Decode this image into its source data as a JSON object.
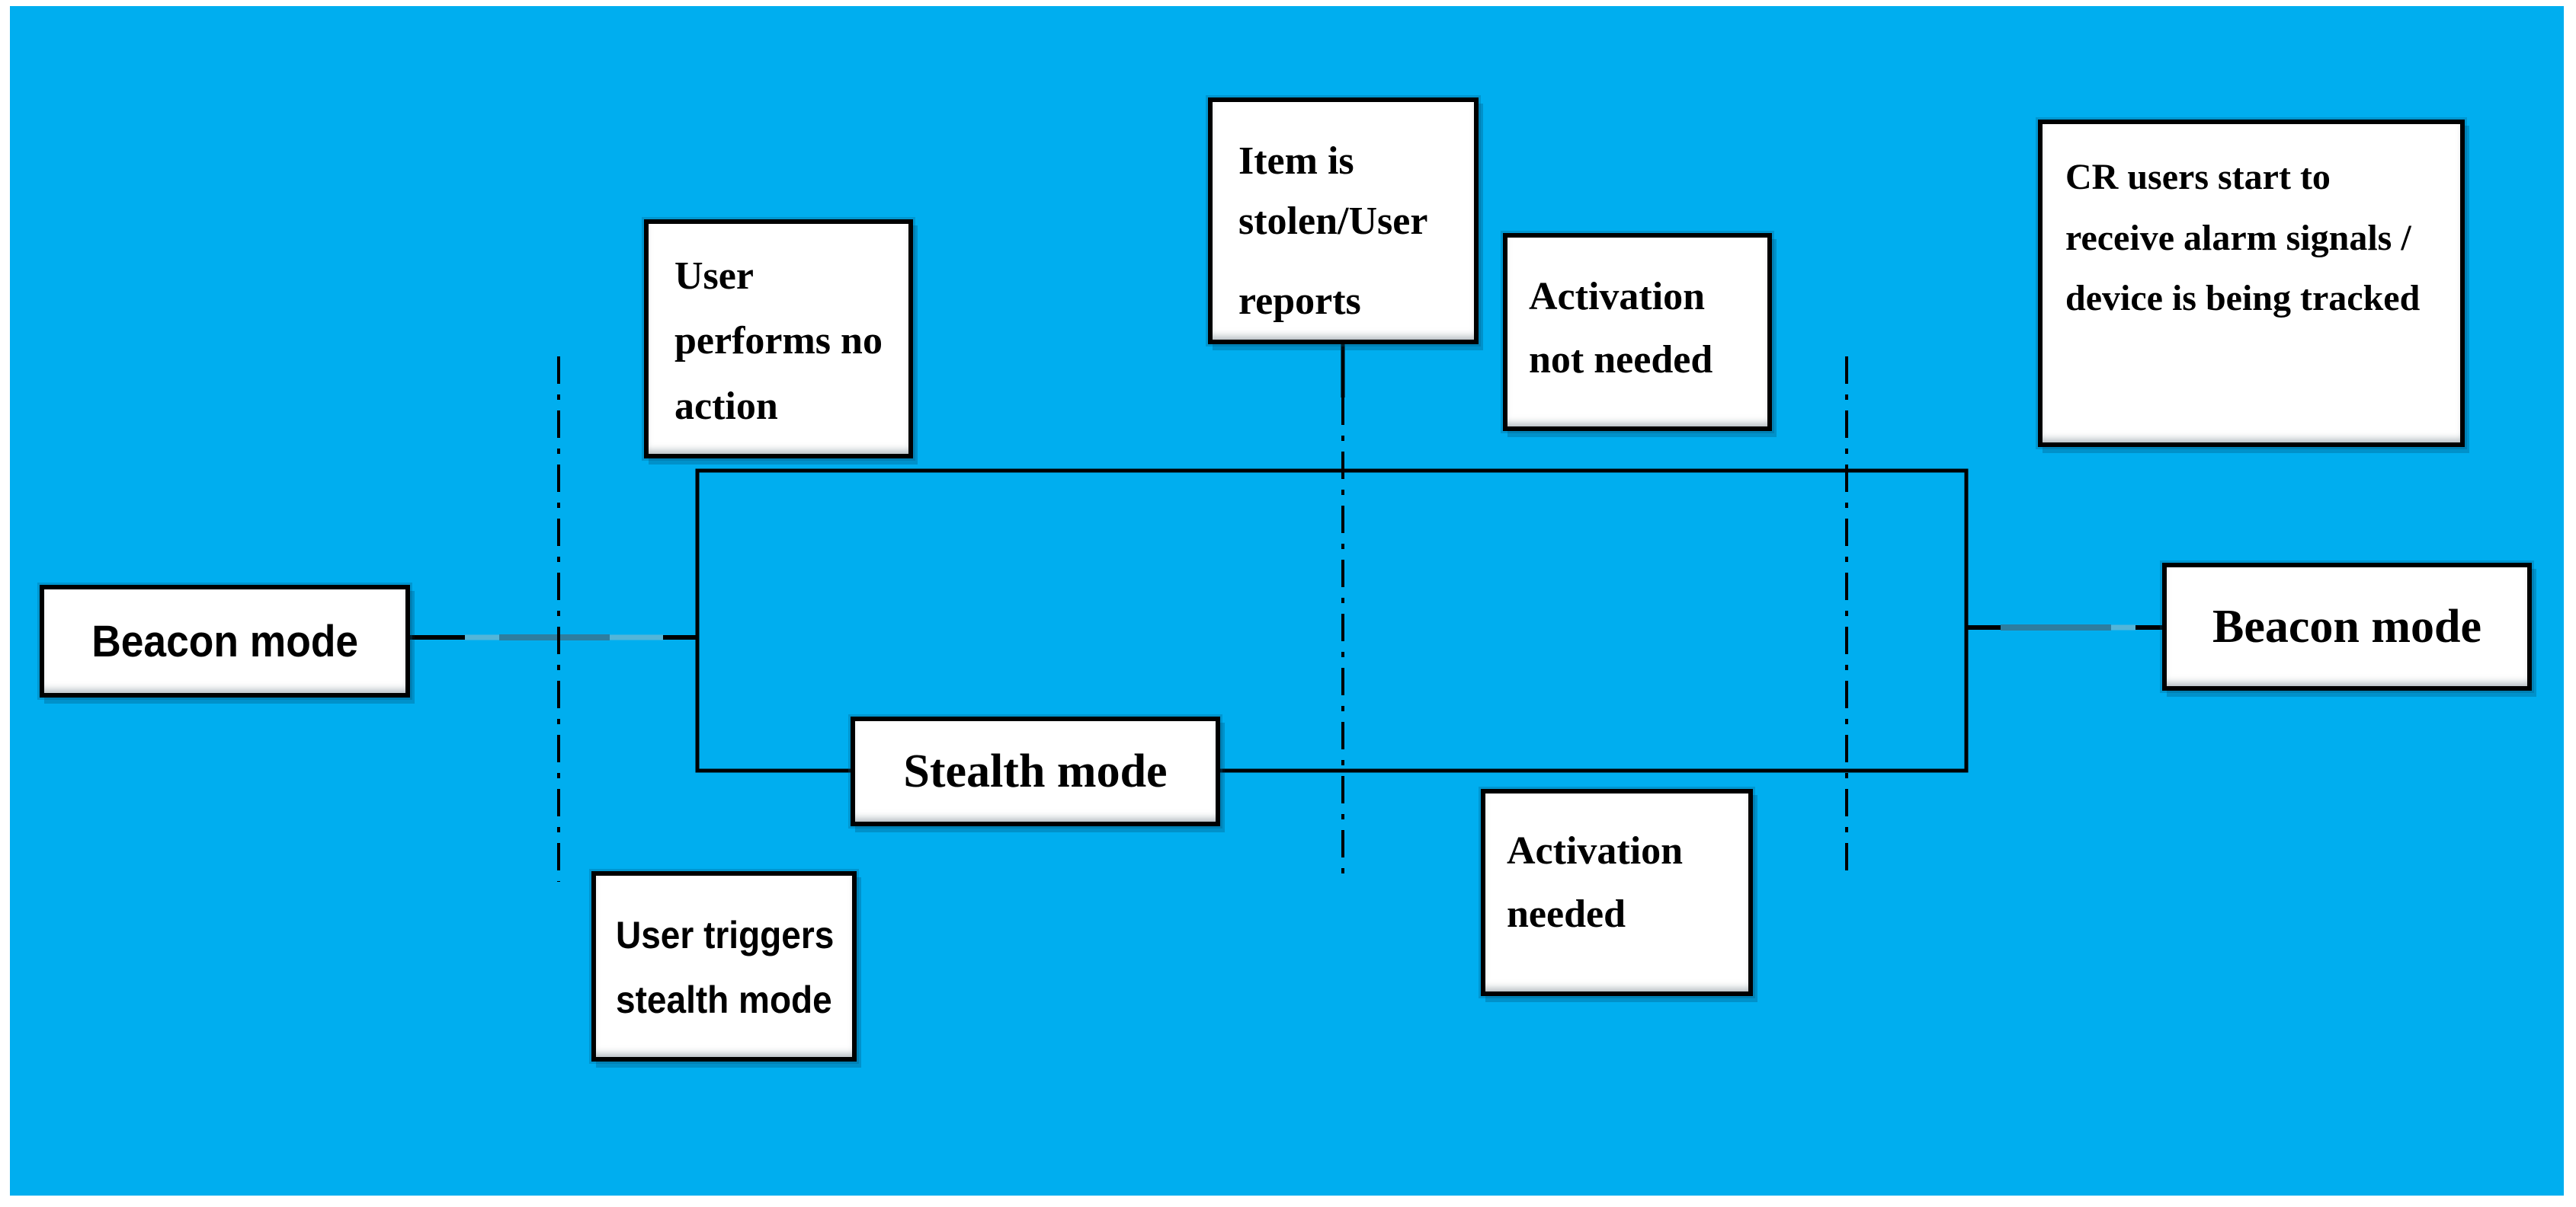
{
  "colors": {
    "canvas_background": "#00AEEF",
    "page_background": "#FFFFFF",
    "box_fill": "#FFFFFF",
    "box_border": "#000000",
    "text": "#000000",
    "line": "#000000",
    "connector_accent": "#2E7D9F",
    "connector_accent_light": "#54B5D8"
  },
  "boxes": {
    "beacon_left": {
      "label": "Beacon mode"
    },
    "user_performs": {
      "lines": [
        "User",
        "performs no",
        "action"
      ]
    },
    "item_stolen": {
      "lines": [
        "Item is",
        "stolen/User",
        "reports"
      ]
    },
    "activation_not_needed": {
      "lines": [
        "Activation",
        "not needed"
      ]
    },
    "cr_users": {
      "lines": [
        "CR users start to",
        "receive alarm signals /",
        "device is being tracked"
      ]
    },
    "stealth": {
      "label": "Stealth mode"
    },
    "activation_needed": {
      "lines": [
        "Activation",
        "needed"
      ]
    },
    "user_triggers": {
      "lines": [
        "User triggers",
        "stealth mode"
      ]
    },
    "beacon_right": {
      "label": "Beacon mode"
    }
  }
}
